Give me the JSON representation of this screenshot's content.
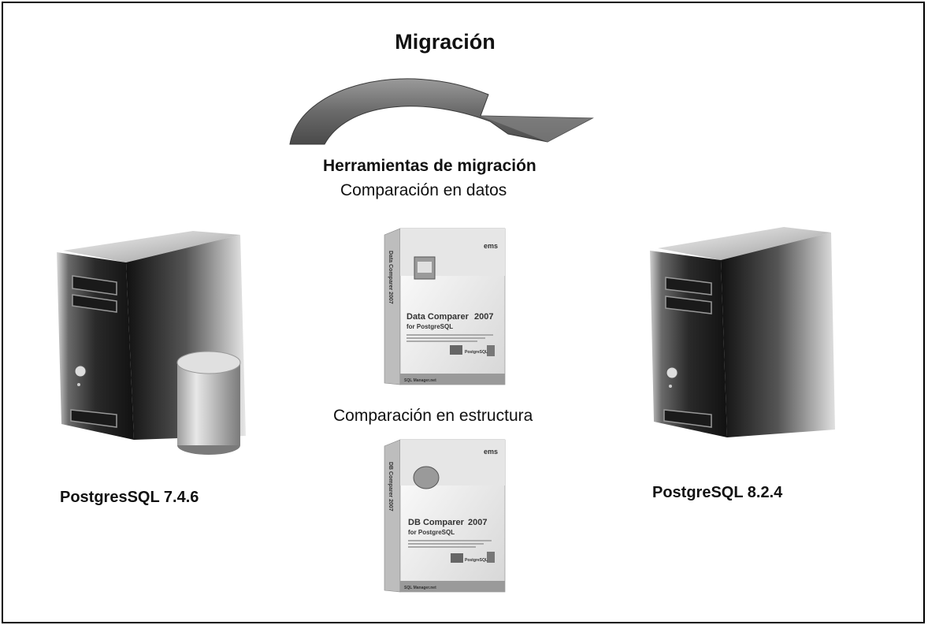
{
  "diagram": {
    "title": "Migración",
    "subtitle": "Herramientas de migración",
    "data_compare_caption": "Comparación en datos",
    "structure_compare_caption": "Comparación en estructura"
  },
  "servers": {
    "source": {
      "label": "PostgresSQL 7.4.6",
      "icon": "server-database-icon"
    },
    "target": {
      "label": "PostgreSQL 8.2.4",
      "icon": "server-icon"
    }
  },
  "products": {
    "data_comparer": {
      "brand": "ems",
      "name": "Data Comparer",
      "year": "2007",
      "platform": "for PostgreSQL",
      "spine": "Data Comparer 2007",
      "footer": "SQL Manager.net",
      "badge": "PostgreSQL"
    },
    "db_comparer": {
      "brand": "ems",
      "name": "DB Comparer",
      "year": "2007",
      "platform": "for PostgreSQL",
      "spine": "DB Comparer 2007",
      "footer": "SQL Manager.net",
      "badge": "PostgreSQL"
    }
  },
  "colors": {
    "background": "#ffffff",
    "frame": "#000000",
    "arrow": "#6f6f6f"
  }
}
